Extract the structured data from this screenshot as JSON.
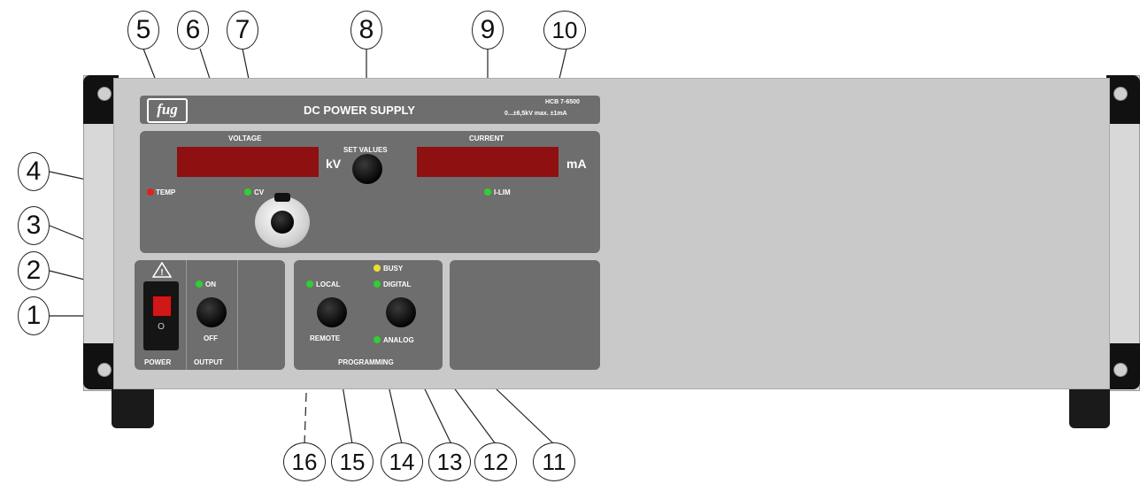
{
  "header": {
    "logo": "fug",
    "title": "DC POWER SUPPLY",
    "model": "HCB 7-6500",
    "rating": "0...±6,5kV   max. ±1mA"
  },
  "top_panel": {
    "voltage_label": "VOLTAGE",
    "voltage_unit": "kV",
    "set_values_label": "SET VALUES",
    "current_label": "CURRENT",
    "current_unit": "mA",
    "temp_led_label": "TEMP",
    "cv_led_label": "CV",
    "ilim_led_label": "I-LIM"
  },
  "output_panel": {
    "on_label": "ON",
    "off_label": "OFF",
    "power_label": "POWER",
    "output_label": "OUTPUT",
    "switch_symbol": "O"
  },
  "programming_panel": {
    "busy_label": "BUSY",
    "local_label": "LOCAL",
    "digital_label": "DIGITAL",
    "remote_label": "REMOTE",
    "analog_label": "ANALOG",
    "programming_label": "PROGRAMMING"
  },
  "callouts": [
    "1",
    "2",
    "3",
    "4",
    "5",
    "6",
    "7",
    "8",
    "9",
    "10",
    "11",
    "12",
    "13",
    "14",
    "15",
    "16"
  ],
  "colors": {
    "led_red": "#e02020",
    "led_green": "#30d030",
    "led_yellow": "#e8e030",
    "display_red": "#8e1010",
    "panel_gray": "#6e6e6e",
    "front_gray": "#c9c9c9"
  }
}
